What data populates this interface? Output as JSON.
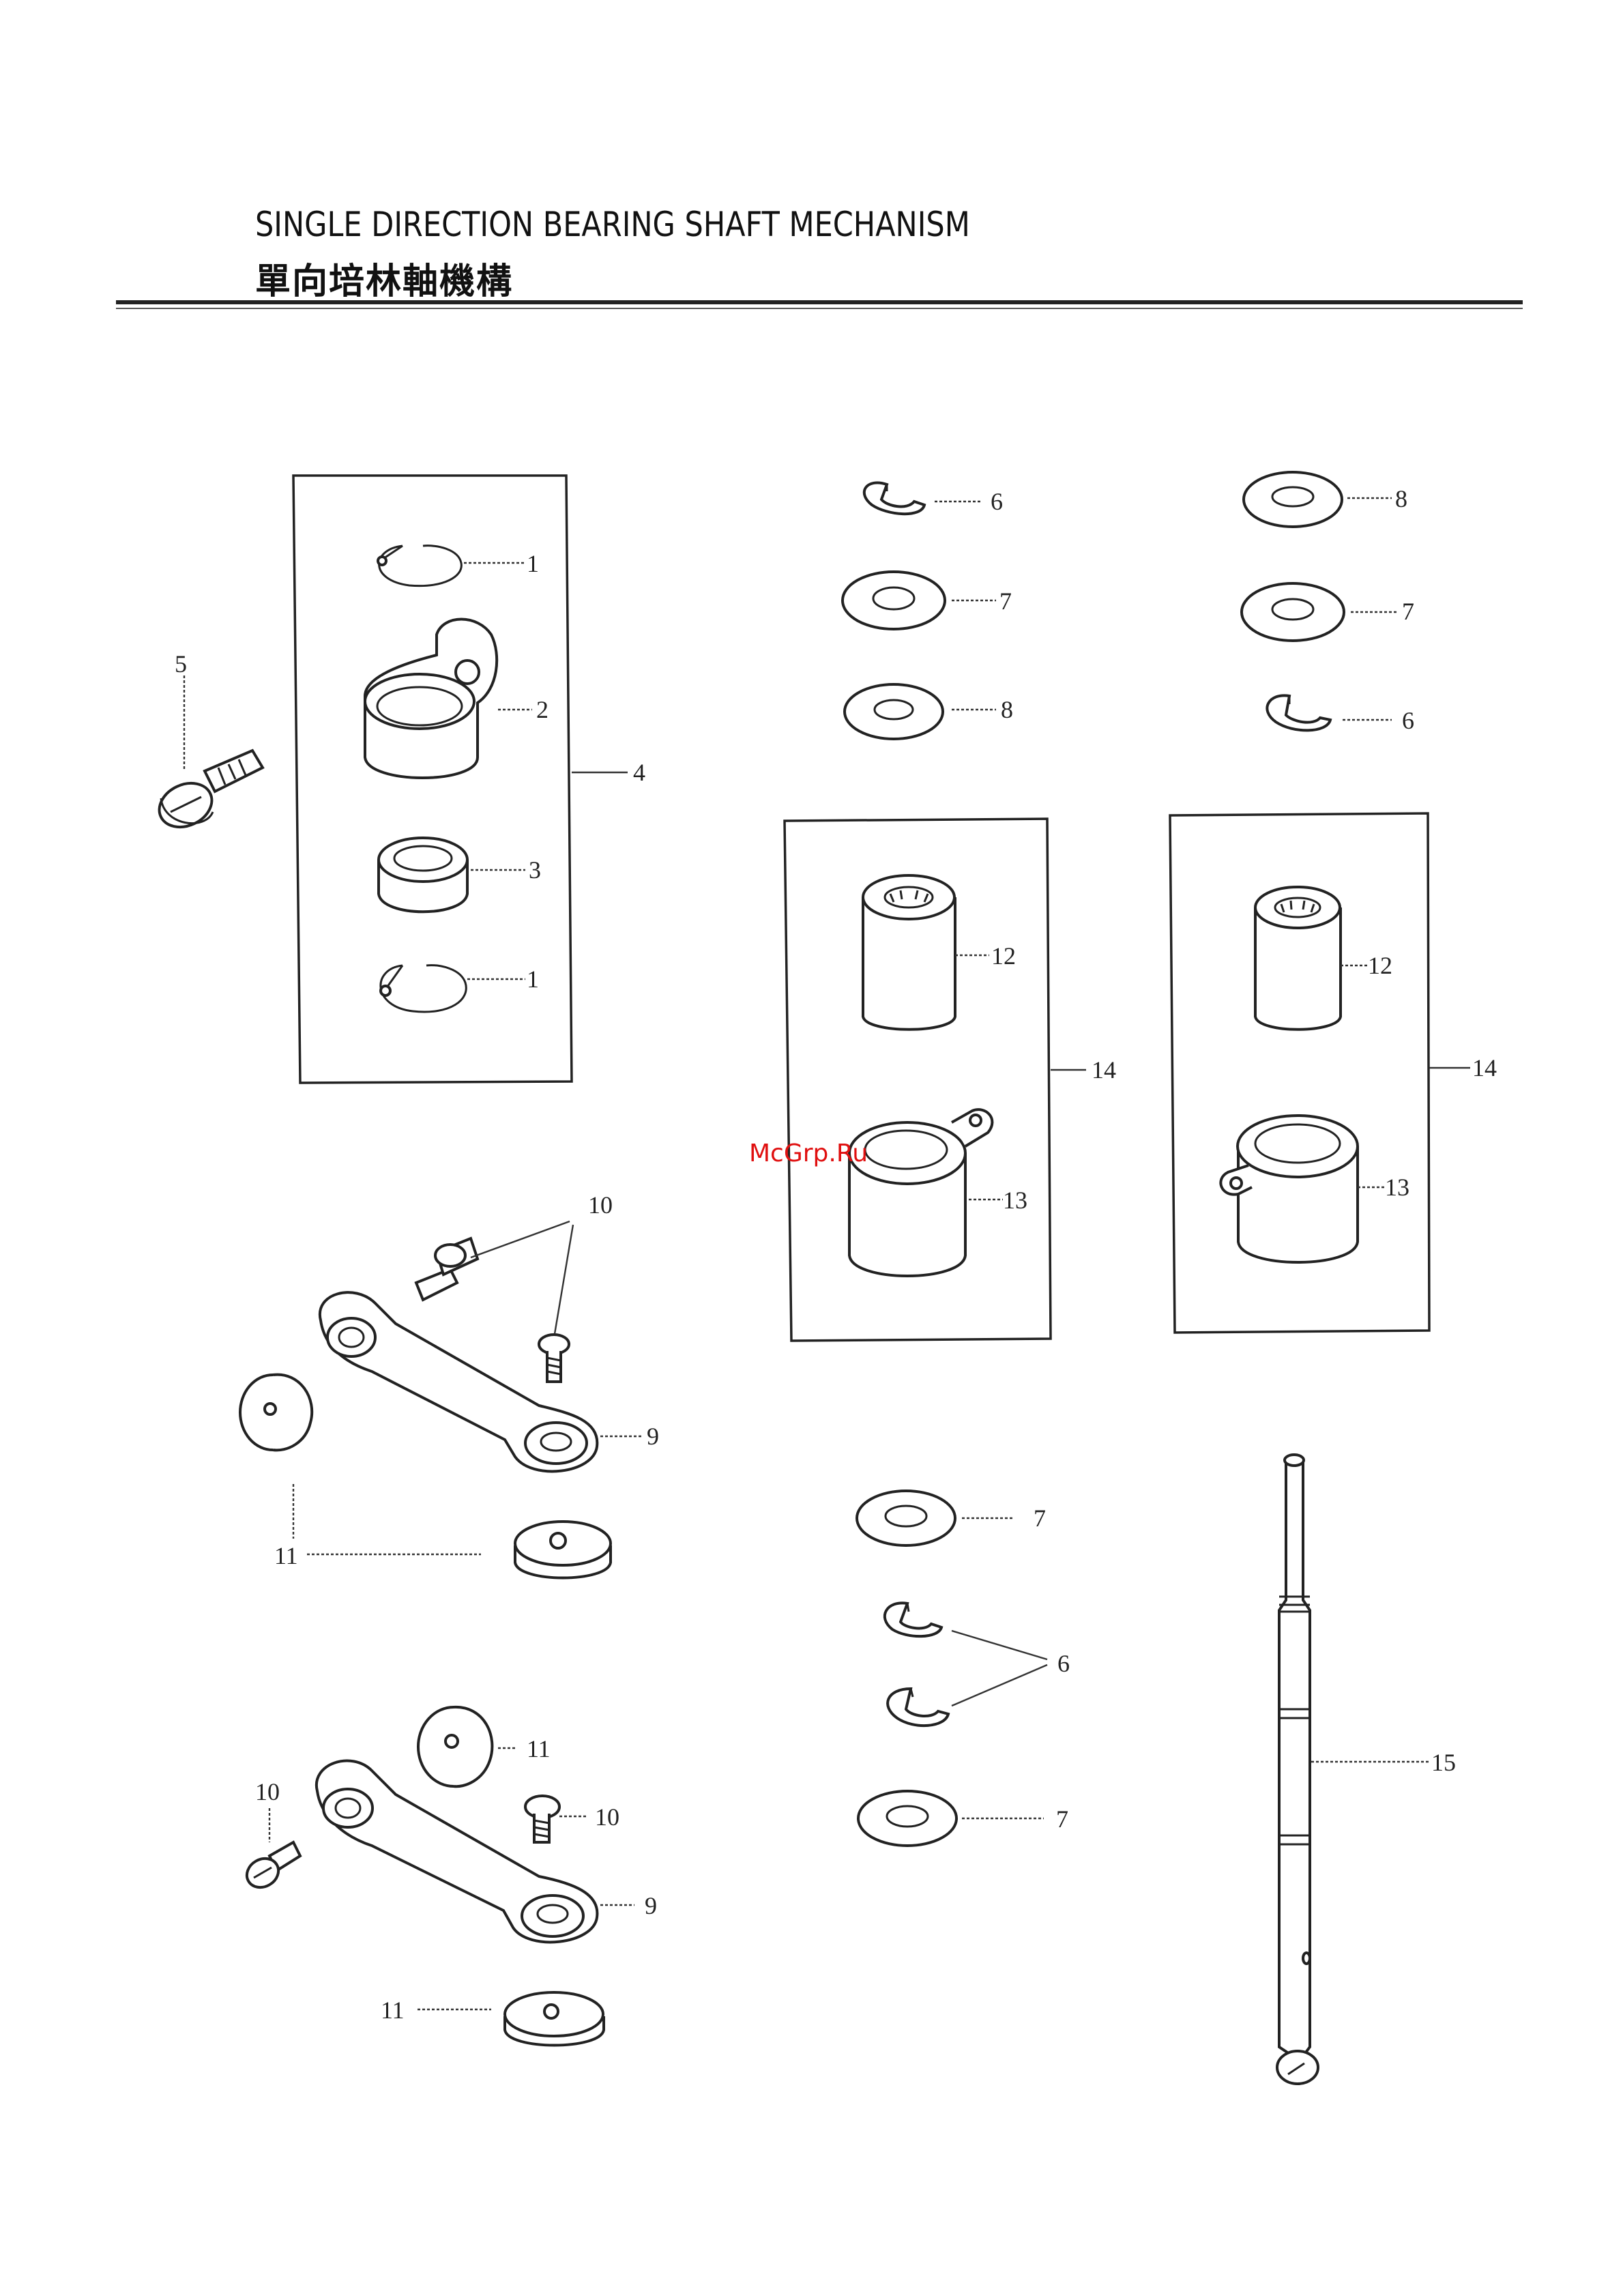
{
  "title": {
    "english": "SINGLE DIRECTION BEARING SHAFT MECHANISM",
    "chinese": "單向培林軸機構"
  },
  "watermark": "McGrp.Ru",
  "callouts": {
    "c1a": "1",
    "c2": "2",
    "c3": "3",
    "c1b": "1",
    "c4": "4",
    "c5": "5",
    "c6a": "6",
    "c7a": "7",
    "c8a": "8",
    "c8b": "8",
    "c7b": "7",
    "c6b": "6",
    "c12a": "12",
    "c13a": "13",
    "c14a": "14",
    "c12b": "12",
    "c13b": "13",
    "c14b": "14",
    "c10a": "10",
    "c9a": "9",
    "c11a": "11",
    "c7c": "7",
    "c6c": "6",
    "c7d": "7",
    "c11b": "11",
    "c10b": "10",
    "c10c": "10",
    "c9b": "9",
    "c11c": "11",
    "c15": "15"
  }
}
